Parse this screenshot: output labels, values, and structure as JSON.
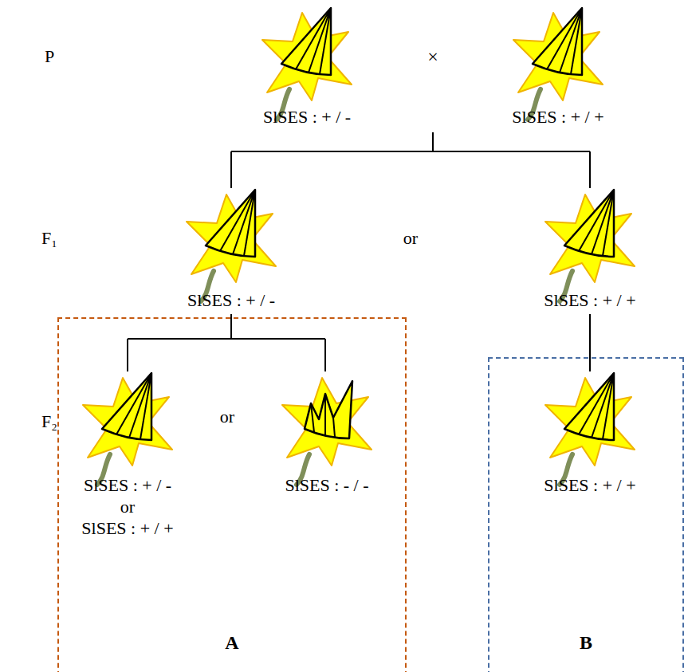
{
  "diagram": {
    "nodes": [
      {
        "text": [
          "A"
        ]
      },
      {
        "text": [
          "B"
        ]
      }
    ],
    "labels": [
      "P",
      "×",
      "SlSES : + / -",
      "SlSES : + / +",
      "F₁",
      "or",
      "SlSES : + / -",
      "SlSES : + / +",
      "F₂",
      "or",
      "SlSES : + / -",
      "or",
      "SlSES : + / +",
      "SlSES : - / -",
      "SlSES : + / +"
    ]
  }
}
